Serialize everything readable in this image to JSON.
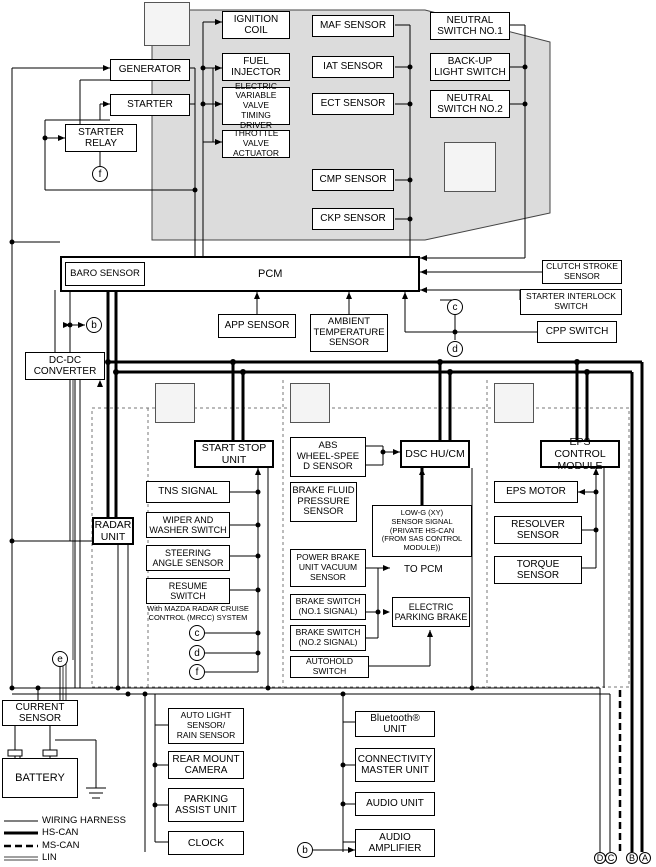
{
  "engine": {
    "ignition_coil": "IGNITION\nCOIL",
    "fuel_injector": "FUEL\nINJECTOR",
    "evvt": "ELECTRIC\nVARIABLE VALVE\nTIMING DRIVER",
    "throttle": "THROTTLE VALVE\nACTUATOR",
    "maf": "MAF SENSOR",
    "iat": "IAT SENSOR",
    "ect": "ECT SENSOR",
    "cmp": "CMP SENSOR",
    "ckp": "CKP SENSOR",
    "neutral1": "NEUTRAL\nSWITCH NO.1",
    "backup": "BACK-UP\nLIGHT SWITCH",
    "neutral2": "NEUTRAL\nSWITCH NO.2",
    "generator": "GENERATOR",
    "starter": "STARTER",
    "starter_relay": "STARTER\nRELAY"
  },
  "pcm": {
    "baro": "BARO SENSOR",
    "title": "PCM",
    "app": "APP SENSOR",
    "ambient": "AMBIENT\nTEMPERATURE\nSENSOR",
    "clutch": "CLUTCH STROKE\nSENSOR",
    "interlock": "STARTER INTERLOCK\nSWITCH",
    "cpp": "CPP SWITCH"
  },
  "power": {
    "dcdc": "DC-DC\nCONVERTER",
    "current": "CURRENT\nSENSOR",
    "battery": "BATTERY",
    "radar": "RADAR\nUNIT"
  },
  "start_stop": {
    "unit": "START STOP\nUNIT",
    "tns": "TNS SIGNAL",
    "wiper": "WIPER AND\nWASHER SWITCH",
    "steering": "STEERING\nANGLE SENSOR",
    "resume": "RESUME\nSWITCH",
    "mrcc_note": "With MAZDA RADAR CRUISE\nCONTROL (MRCC) SYSTEM"
  },
  "dsc": {
    "unit": "DSC HU/CM",
    "abs": "ABS\nWHEEL-SPEE\nD SENSOR",
    "brake_fluid": "BRAKE FLUID\nPRESSURE\nSENSOR",
    "lowg": "LOW-G (XY)\nSENSOR SIGNAL\n(PRIVATE HS-CAN\n(FROM SAS CONTROL\nMODULE))",
    "vacuum": "POWER BRAKE\nUNIT VACUUM\nSENSOR",
    "to_pcm": "TO PCM",
    "brake1": "BRAKE SWITCH\n(NO.1 SIGNAL)",
    "brake2": "BRAKE SWITCH\n(NO.2 SIGNAL)",
    "epb": "ELECTRIC\nPARKING BRAKE",
    "autohold": "AUTOHOLD\nSWITCH"
  },
  "eps": {
    "module": "EPS CONTROL\nMODULE",
    "motor": "EPS MOTOR",
    "resolver": "RESOLVER\nSENSOR",
    "torque": "TORQUE\nSENSOR"
  },
  "body": {
    "auto_light": "AUTO LIGHT\nSENSOR/\nRAIN SENSOR",
    "rear_camera": "REAR MOUNT\nCAMERA",
    "parking": "PARKING\nASSIST UNIT",
    "clock": "CLOCK",
    "bluetooth": "Bluetooth®\nUNIT",
    "connectivity": "CONNECTIVITY\nMASTER UNIT",
    "audio": "AUDIO UNIT",
    "amplifier": "AUDIO\nAMPLIFIER"
  },
  "connectors": {
    "a": "A",
    "b_edge": "B",
    "c_edge": "C",
    "d_edge": "D",
    "b": "b",
    "c": "c",
    "d": "d",
    "e": "e",
    "f": "f"
  },
  "legend": {
    "wiring": "WIRING HARNESS",
    "hs": "HS-CAN",
    "ms": "MS-CAN",
    "lin": "LIN"
  }
}
